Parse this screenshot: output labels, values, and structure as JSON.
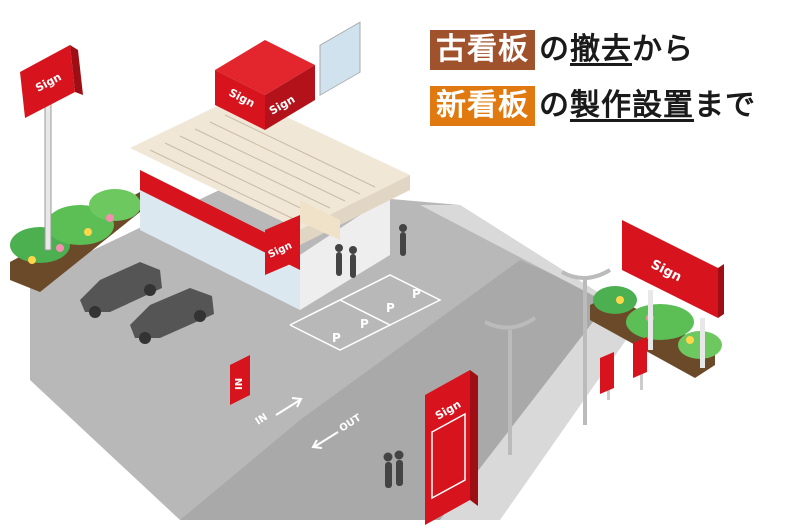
{
  "headline": {
    "line1": {
      "tag": "古看板",
      "particle": "の",
      "keyword": "撤去",
      "tail": "から"
    },
    "line2": {
      "tag": "新看板",
      "particle": "の",
      "keyword": "製作設置",
      "tail": "まで"
    }
  },
  "signs": {
    "label": "Sign",
    "entrance": "IN",
    "road_in": "IN",
    "road_out": "OUT",
    "parking": "P"
  },
  "colors": {
    "brand_red": "#d7141d",
    "old_tag": "#a0522d",
    "new_tag": "#e07a10"
  }
}
